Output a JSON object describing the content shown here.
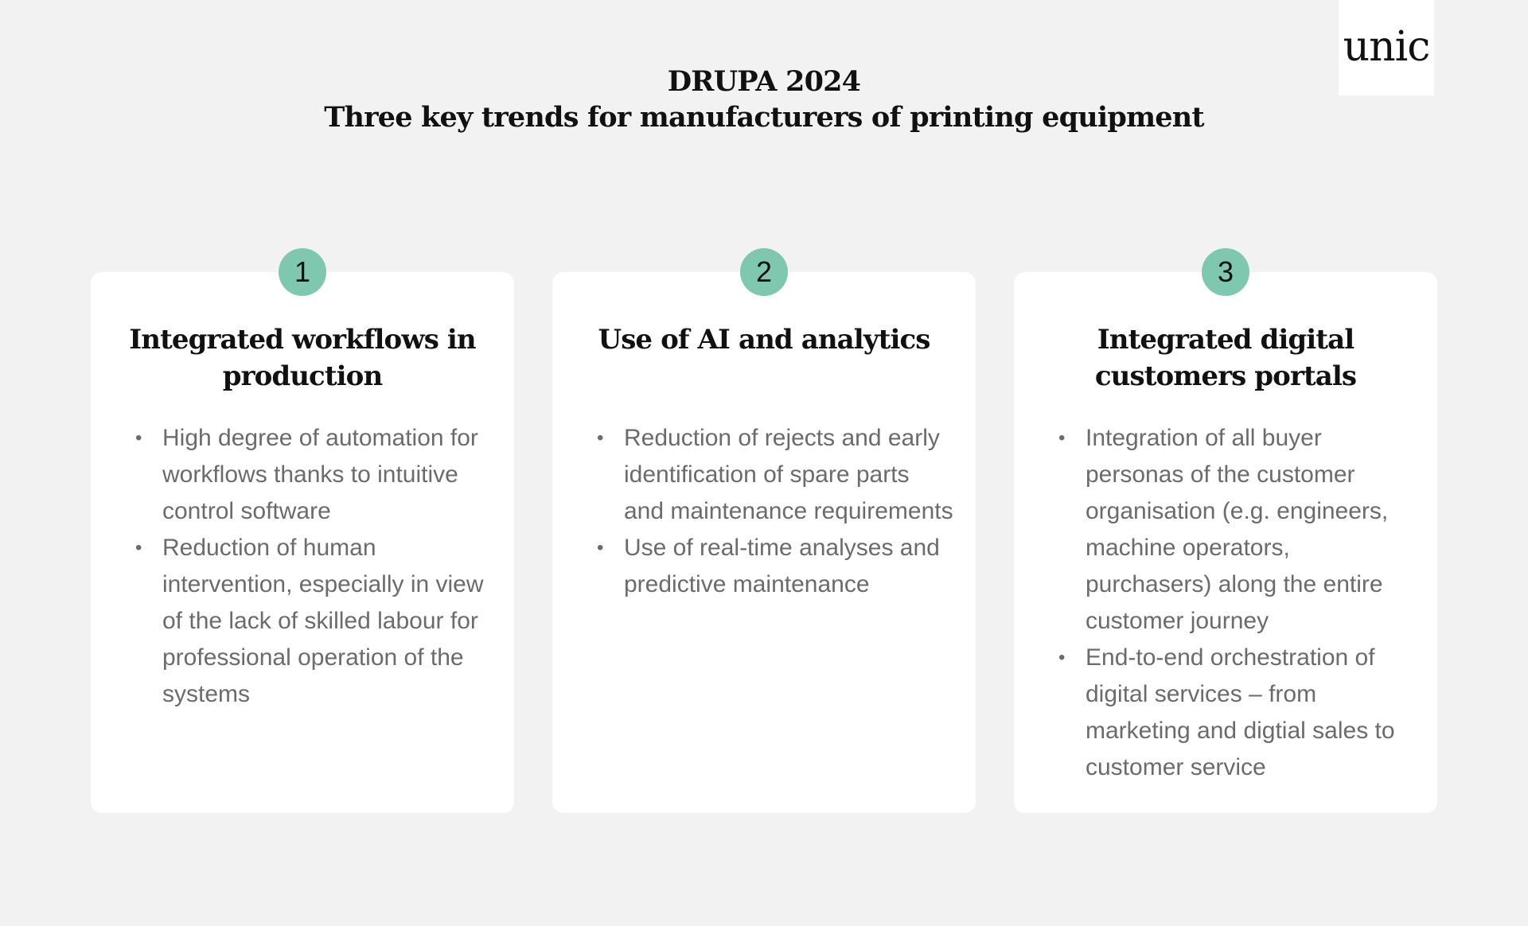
{
  "logo": {
    "text": "unic"
  },
  "header": {
    "line1": "DRUPA 2024",
    "line2": "Three key trends for manufacturers of printing equipment"
  },
  "cards": [
    {
      "number": "1",
      "title": "Integrated workflows in production",
      "bullets": [
        "High degree of automation for workflows thanks to intuitive control software",
        "Reduction of human intervention, especially in view of the lack of skilled labour for professional operation of the systems"
      ]
    },
    {
      "number": "2",
      "title": "Use of AI and analytics",
      "bullets": [
        "Reduction of rejects and early identification of spare parts and maintenance requirements",
        "Use of real-time analyses and predictive maintenance"
      ]
    },
    {
      "number": "3",
      "title": "Integrated digital customers portals",
      "bullets": [
        "Integration of all buyer personas of the customer organisation (e.g. engineers, machine operators, purchasers) along the entire customer journey",
        "End-to-end orchestration of digital services – from marketing and digtial sales to customer service"
      ]
    }
  ],
  "colors": {
    "background": "#f2f2f2",
    "card": "#ffffff",
    "badge": "#7fc8b0",
    "title_text": "#111111",
    "body_text": "#6b6b6b"
  }
}
